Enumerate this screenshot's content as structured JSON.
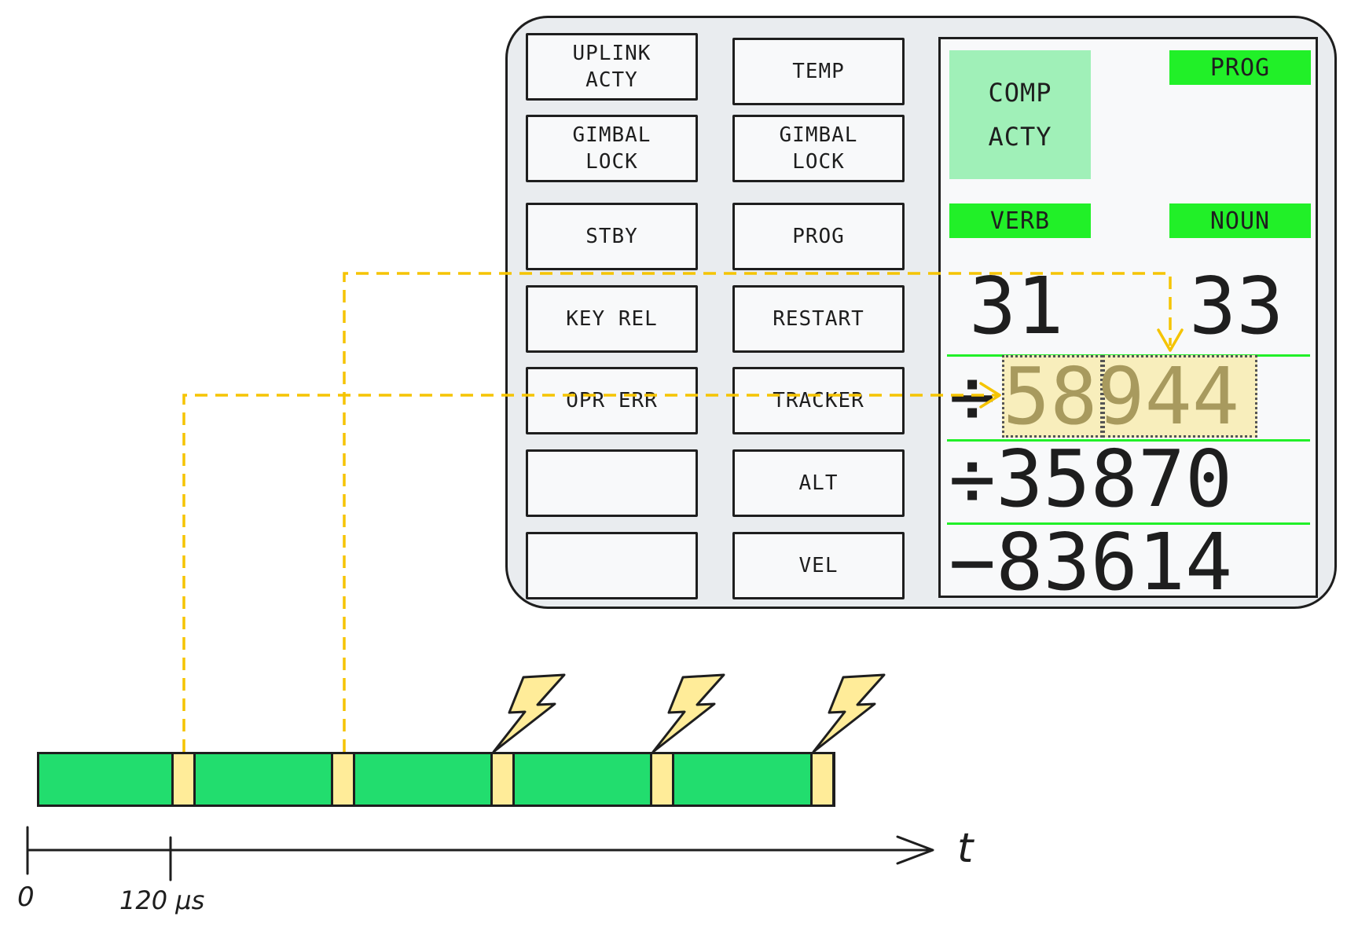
{
  "dsky": {
    "left_buttons": [
      "UPLINK\nACTY",
      "GIMBAL\nLOCK",
      "STBY",
      "KEY REL",
      "OPR ERR",
      "",
      ""
    ],
    "right_buttons": [
      "TEMP",
      "GIMBAL\nLOCK",
      "PROG",
      "RESTART",
      "TRACKER",
      "ALT",
      "VEL"
    ],
    "comp_acty": "COMP\nACTY",
    "prog_label": "PROG",
    "verb_label": "VERB",
    "noun_label": "NOUN",
    "verb_value": "31",
    "noun_value": "33",
    "r1_sign": "÷",
    "r1_value": "58944",
    "r2_value": "÷35870",
    "r3_value": "−83614"
  },
  "timeline": {
    "axis_label": "t",
    "tick_0": "0",
    "tick_120": "120 µs"
  },
  "colors": {
    "task_green": "#22dd6e",
    "interrupt_yellow": "#ffec99",
    "dashed_line": "#f5c400",
    "display_green": "#21f028",
    "comp_acty_green": "#a0f0b8"
  }
}
